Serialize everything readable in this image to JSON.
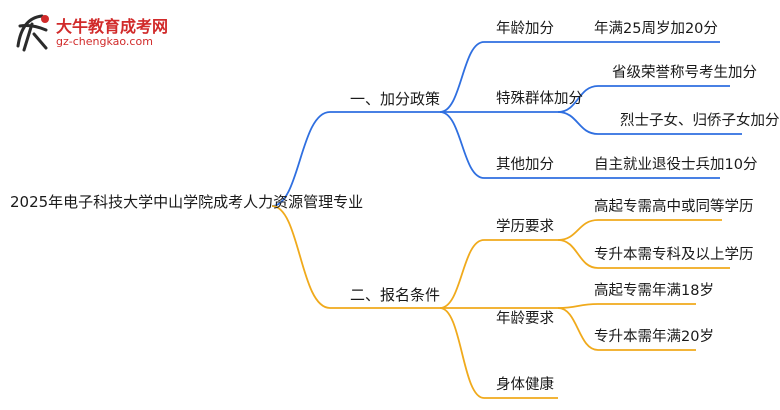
{
  "logo": {
    "name": "大牛教育成考网",
    "url": "gz-chengkao.com",
    "mark": "大牛",
    "brand_color": "#d12a2a"
  },
  "colors": {
    "blue": "#2f6fe0",
    "orange": "#f0aa1c"
  },
  "mindmap": {
    "root": "2025年电子科技大学中山学院成考人力资源管理专业",
    "branch1": {
      "label": "一、加分政策",
      "items": [
        {
          "label": "年龄加分",
          "children": [
            "年满25周岁加20分"
          ]
        },
        {
          "label": "特殊群体加分",
          "children": [
            "省级荣誉称号考生加分",
            "烈士子女、归侨子女加分"
          ]
        },
        {
          "label": "其他加分",
          "children": [
            "自主就业退役士兵加10分"
          ]
        }
      ]
    },
    "branch2": {
      "label": "二、报名条件",
      "items": [
        {
          "label": "学历要求",
          "children": [
            "高起专需高中或同等学历",
            "专升本需专科及以上学历"
          ]
        },
        {
          "label": "年龄要求",
          "children": [
            "高起专需年满18岁",
            "专升本需年满20岁"
          ]
        },
        {
          "label": "身体健康",
          "children": []
        }
      ]
    }
  }
}
